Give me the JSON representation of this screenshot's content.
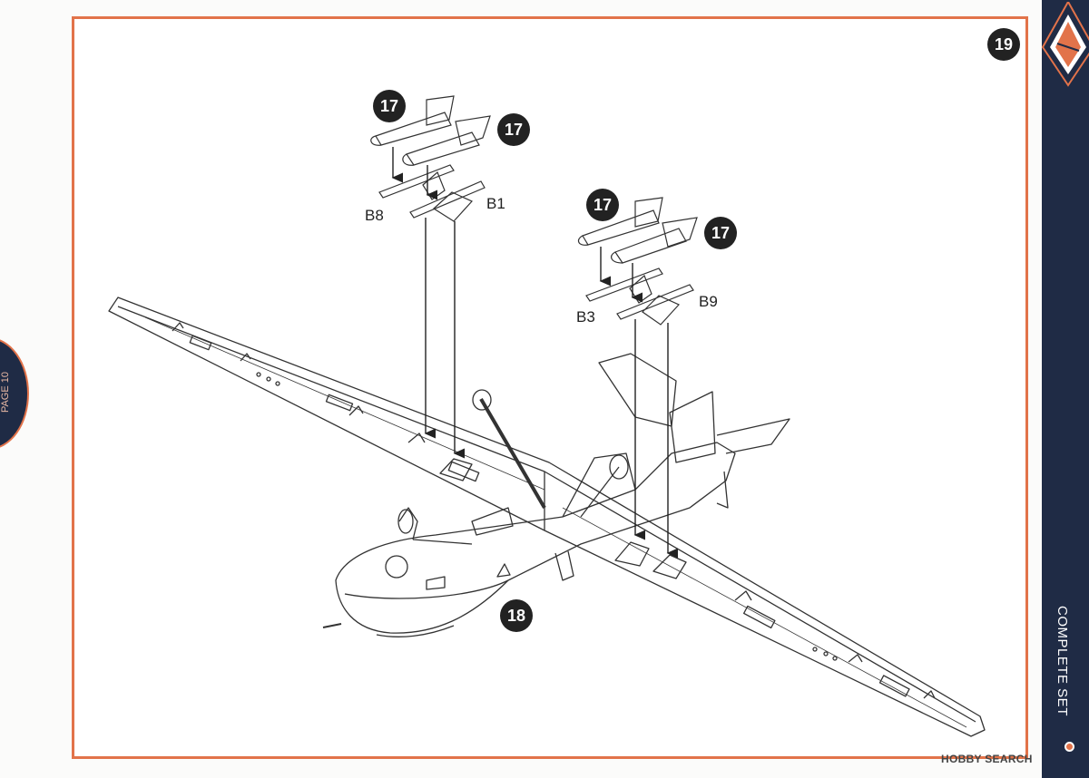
{
  "page": {
    "step_number": "19",
    "side_label": "COMPLETE SET",
    "page_tab": "PAGE 10",
    "accent_color": "#e2734a",
    "sidebar_color": "#1f2b45",
    "logo_icon": "brand-badge-icon"
  },
  "callouts": [
    {
      "id": "c1",
      "label": "17"
    },
    {
      "id": "c2",
      "label": "17"
    },
    {
      "id": "c3",
      "label": "17"
    },
    {
      "id": "c4",
      "label": "17"
    },
    {
      "id": "c5",
      "label": "18"
    }
  ],
  "parts": {
    "b8": "B8",
    "b1": "B1",
    "b3": "B3",
    "b9": "B9"
  },
  "watermark": "HOBBY SEARCH"
}
